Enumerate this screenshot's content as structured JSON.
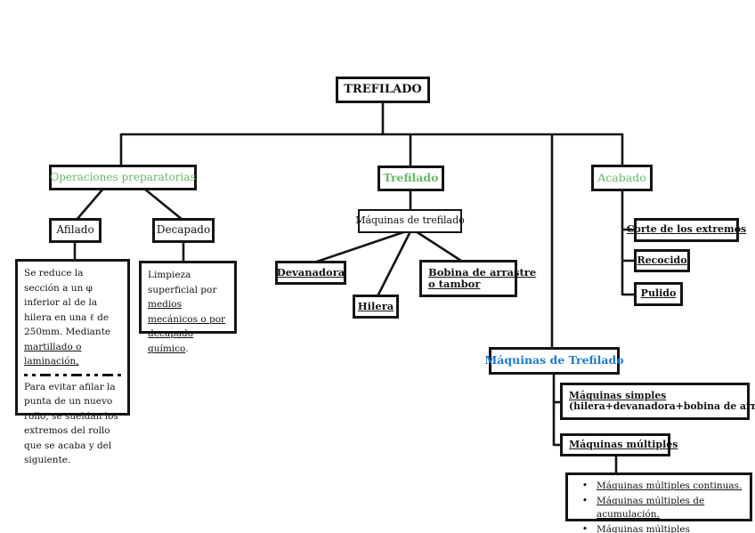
{
  "title": "TREFILADO concept map",
  "colors": {
    "accent_green": "#69b969",
    "accent_blue": "#2079d2",
    "line_black": "#141414"
  },
  "nodes": {
    "trefilado_root": "TREFILADO",
    "operaciones_preparatorias": "Operaciones preparatorias",
    "trefilado": "Trefilado",
    "acabado": "Acabado",
    "afilado": "Afilado",
    "decapado": "Decapado",
    "maquinas_de_trefilado": "Máquinas de trefilado",
    "devanadora": "Devanadora",
    "hilera": "Hilera",
    "bobina_line1": "Bobina de arrastre",
    "bobina_line2": "o tambor",
    "corte_extremos": "Corte de los extremos",
    "recocido": "Recocido",
    "pulido": "Pulido",
    "maquinas_trefilado_blue": "Máquinas de Trefilado",
    "maquinas_simples_title": "Máquinas simples",
    "maquinas_simples_detail": "(hilera+devanadora+bobina de arrastre)",
    "maquinas_multiples": "Máquinas múltiples"
  },
  "afilado_note": {
    "part1_text": "Se reduce la sección a un φ inferior al de la hilera en una ℓ de 250mm. Mediante ",
    "part1_underlined": "martillado o laminación,",
    "part2_text": "Para evitar afilar la punta de un nuevo rollo, se sueldan los extremos del rollo que se acaba y del siguiente."
  },
  "decapado_note": {
    "prefix": "Limpieza superficial por ",
    "underlined": "medios mecánicos o por decapado químico",
    "suffix": "."
  },
  "multiples_list": {
    "bullet": "•",
    "items": [
      "Máquinas múltiples continuas.",
      "Máquinas múltiples de acumulación.",
      "Máquinas múltiples compensadas."
    ]
  }
}
